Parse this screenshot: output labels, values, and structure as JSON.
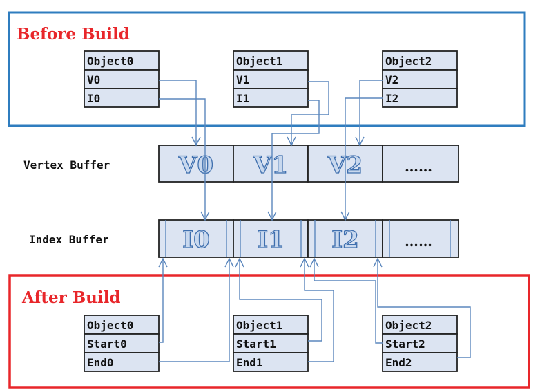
{
  "before_build": {
    "title": "Before Build",
    "border_color": "#2f7dbf",
    "objects": [
      {
        "name": "Object0",
        "fields": [
          "V0",
          "I0"
        ]
      },
      {
        "name": "Object1",
        "fields": [
          "V1",
          "I1"
        ]
      },
      {
        "name": "Object2",
        "fields": [
          "V2",
          "I2"
        ]
      }
    ]
  },
  "vertex_buffer": {
    "label": "Vertex Buffer",
    "cells": [
      "V0",
      "V1",
      "V2",
      "……"
    ]
  },
  "index_buffer": {
    "label": "Index Buffer",
    "cells": [
      "I0",
      "I1",
      "I2",
      "……"
    ]
  },
  "after_build": {
    "title": "After Build",
    "border_color": "#e8262a",
    "objects": [
      {
        "name": "Object0",
        "fields": [
          "Start0",
          "End0"
        ]
      },
      {
        "name": "Object1",
        "fields": [
          "Start1",
          "End1"
        ]
      },
      {
        "name": "Object2",
        "fields": [
          "Start2",
          "End2"
        ]
      }
    ]
  },
  "colors": {
    "cell_fill": "#dce4f2",
    "connector": "#5b87bd",
    "title_text": "#e8262a"
  }
}
